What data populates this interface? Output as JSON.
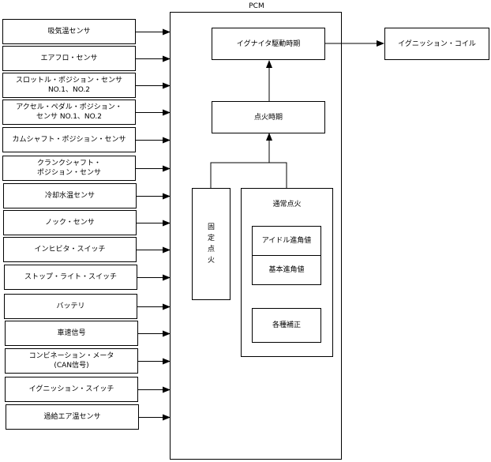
{
  "pcm": {
    "title": "PCM"
  },
  "inputs": [
    "吸気温センサ",
    "エアフロ・センサ",
    "スロットル・ポジション・センサ\nNO.1、NO.2",
    "アクセル・ペダル・ポジション・\nセンサ NO.1、NO.2",
    "カムシャフト・ポジション・センサ",
    "クランクシャフト・\nポジション・センサ",
    "冷却水温センサ",
    "ノック・センサ",
    "インヒビタ・スイッチ",
    "ストップ・ライト・スイッチ",
    "バッテリ",
    "車速信号",
    "コンビネーション・メータ\n(CAN信号)",
    "イグニッション・スイッチ",
    "過給エア温センサ"
  ],
  "blocks": {
    "igniter_timing": "イグナイタ駆動時期",
    "ignition_coil": "イグニッション・コイル",
    "ignition_timing": "点火時期",
    "fixed_ignition": "固定点火",
    "normal_ignition": "通常点火",
    "idle_advance": "アイドル進角値",
    "base_advance": "基本進角値",
    "corrections": "各種補正"
  }
}
